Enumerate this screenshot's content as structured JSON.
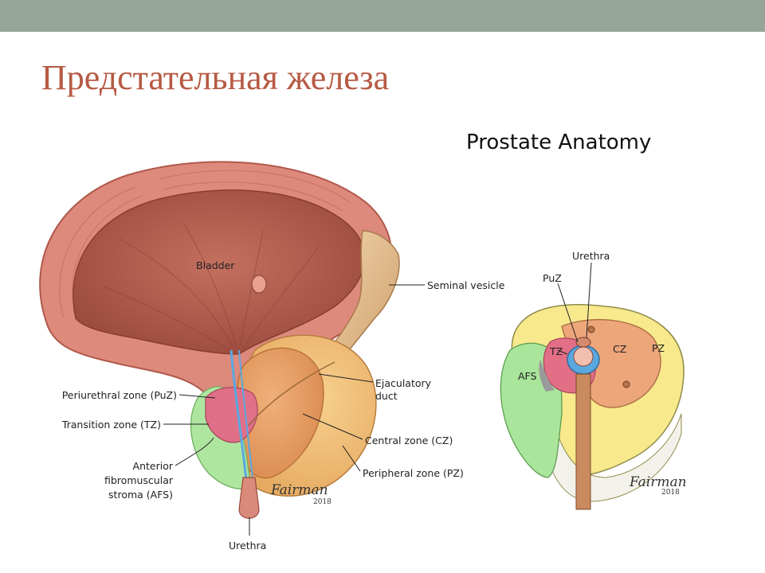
{
  "slide": {
    "title": "Предстательная железа",
    "figure_title": "Prostate Anatomy"
  },
  "left_diagram": {
    "labels": {
      "bladder": "Bladder",
      "seminal_vesicle": "Seminal vesicle",
      "ejaculatory_duct_1": "Ejaculatory",
      "ejaculatory_duct_2": "duct",
      "puz": "Periurethral zone (PuZ)",
      "tz": "Transition zone (TZ)",
      "afs_1": "Anterior",
      "afs_2": "fibromuscular",
      "afs_3": "stroma (AFS)",
      "cz": "Central zone (CZ)",
      "pz": "Peripheral zone (PZ)",
      "urethra": "Urethra"
    },
    "signature": {
      "name": "Fairman",
      "year": "2018"
    }
  },
  "right_diagram": {
    "labels": {
      "urethra": "Urethra",
      "puz": "PuZ",
      "tz": "TZ",
      "cz": "CZ",
      "pz": "PZ",
      "afs": "AFS"
    },
    "signature": {
      "name": "Fairman",
      "year": "2018"
    }
  },
  "colors": {
    "top_bar": "#96a59a",
    "title": "#b65a43",
    "bladder_wall": "#d9847a",
    "bladder_inner": "#b45a4c",
    "seminal_vesicle": "#e6c49a",
    "prostate_cz": "#e9a36a",
    "prostate_pz": "#f2c27e",
    "transition_zone": "#d96b84",
    "afs": "#a9e59b",
    "urethra_tube": "#5aa8e0",
    "zone_pz_yellow": "#f7e98c",
    "zone_cz_orange": "#eda57a"
  }
}
